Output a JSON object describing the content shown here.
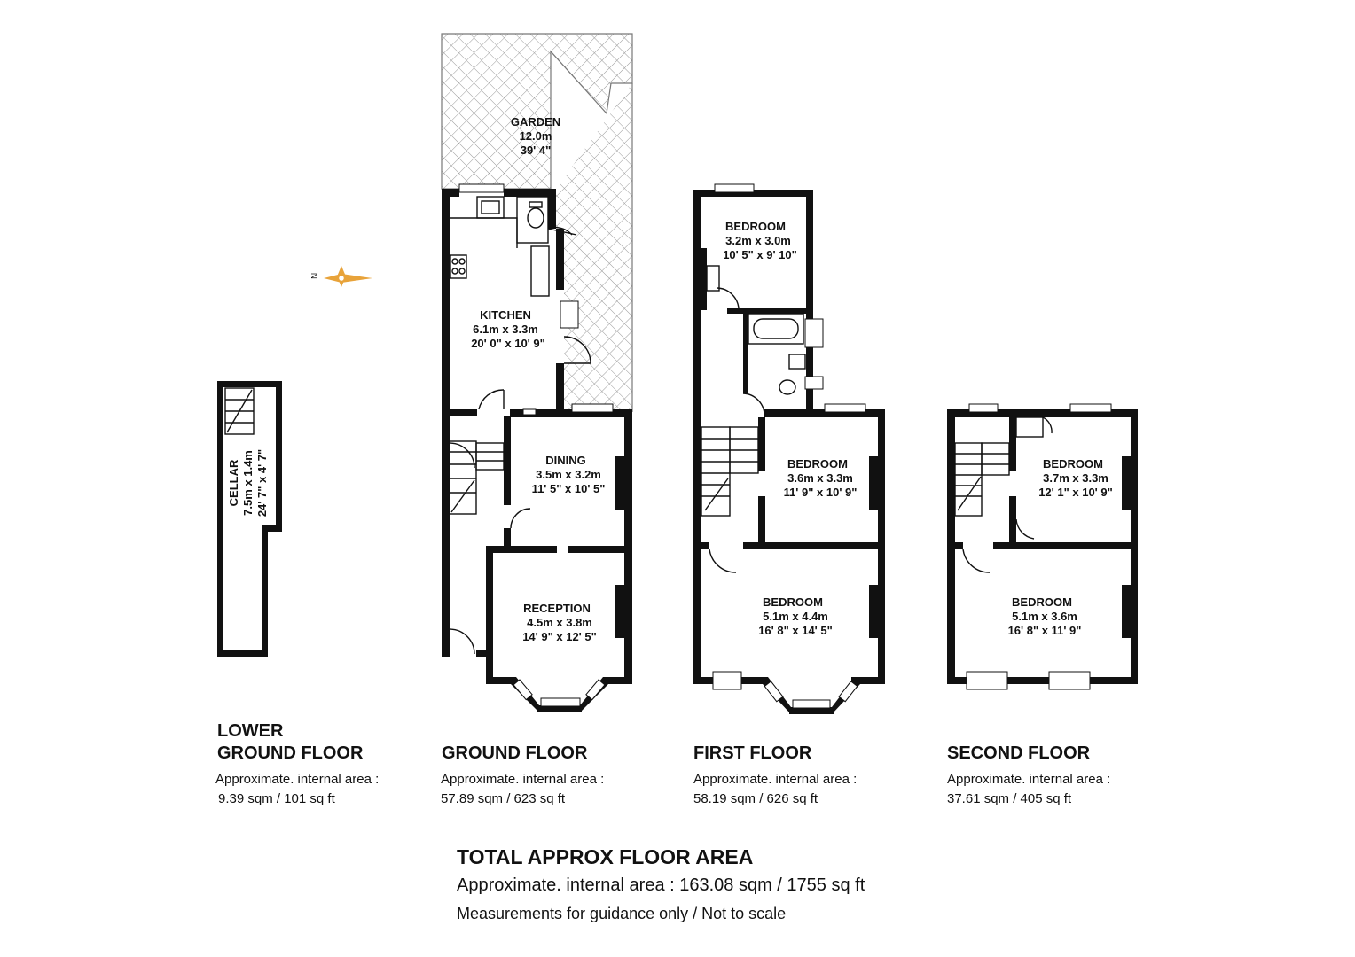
{
  "compass": {
    "label": "N",
    "color": "#E8A33A",
    "icon": "compass-star-icon"
  },
  "colors": {
    "wall": "#111111",
    "garden_hatch": "#9a9a9a"
  },
  "rooms": {
    "garden": {
      "name": "GARDEN",
      "metric": "12.0m",
      "imperial": "39' 4\""
    },
    "kitchen": {
      "name": "KITCHEN",
      "metric": "6.1m x 3.3m",
      "imperial": "20' 0\" x 10' 9\""
    },
    "dining": {
      "name": "DINING",
      "metric": "3.5m x 3.2m",
      "imperial": "11' 5\" x 10' 5\""
    },
    "reception": {
      "name": "RECEPTION",
      "metric": "4.5m x 3.8m",
      "imperial": "14' 9\" x 12' 5\""
    },
    "cellar": {
      "name": "CELLAR",
      "metric": "7.5m x 1.4m",
      "imperial": "24' 7\" x 4' 7\""
    },
    "first_bed_rear": {
      "name": "BEDROOM",
      "metric": "3.2m x 3.0m",
      "imperial": "10' 5\" x 9' 10\""
    },
    "first_bed_mid": {
      "name": "BEDROOM",
      "metric": "3.6m x 3.3m",
      "imperial": "11' 9\" x 10' 9\""
    },
    "first_bed_front": {
      "name": "BEDROOM",
      "metric": "5.1m x 4.4m",
      "imperial": "16' 8\" x 14' 5\""
    },
    "second_bed_rear": {
      "name": "BEDROOM",
      "metric": "3.7m x 3.3m",
      "imperial": "12' 1\" x 10' 9\""
    },
    "second_bed_front": {
      "name": "BEDROOM",
      "metric": "5.1m x 3.6m",
      "imperial": "16' 8\" x 11' 9\""
    }
  },
  "floors": {
    "lower": {
      "title_line1": "LOWER",
      "title_line2": "GROUND FLOOR",
      "area_label": "Approximate. internal area :",
      "area_value": "9.39 sqm / 101 sq ft"
    },
    "ground": {
      "title": "GROUND FLOOR",
      "area_label": "Approximate. internal area :",
      "area_value": "57.89 sqm / 623 sq ft"
    },
    "first": {
      "title": "FIRST FLOOR",
      "area_label": "Approximate. internal area :",
      "area_value": "58.19 sqm / 626 sq ft"
    },
    "second": {
      "title": "SECOND FLOOR",
      "area_label": "Approximate. internal area :",
      "area_value": "37.61 sqm / 405 sq ft"
    }
  },
  "total": {
    "title": "TOTAL APPROX FLOOR AREA",
    "area": "Approximate. internal area : 163.08 sqm / 1755 sq ft",
    "note": "Measurements for guidance only / Not to scale"
  }
}
